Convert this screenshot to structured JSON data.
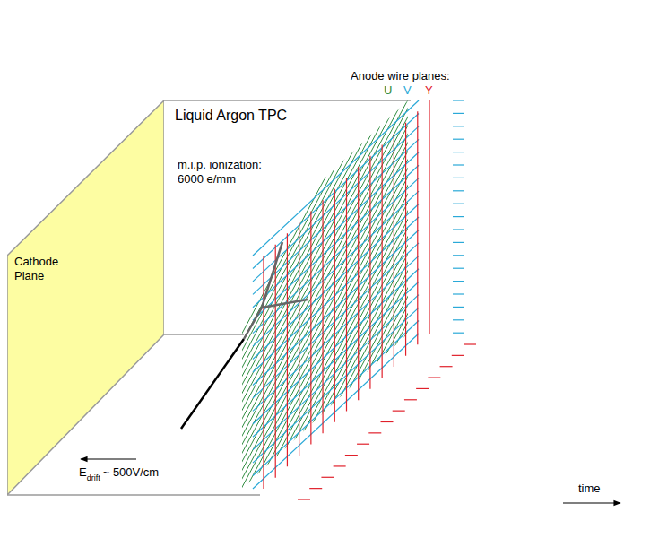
{
  "diagram": {
    "nodes": [
      {
        "text": [
          "Cathode Plane"
        ]
      },
      {
        "text": [
          "Liquid Argon TPC",
          "m.i.p. ionization: 6000 e/mm"
        ]
      }
    ],
    "labels": [
      "Anode wire planes:",
      "U",
      "V",
      "Y",
      "E",
      "drift",
      "~ 500V/cm",
      "time"
    ]
  }
}
